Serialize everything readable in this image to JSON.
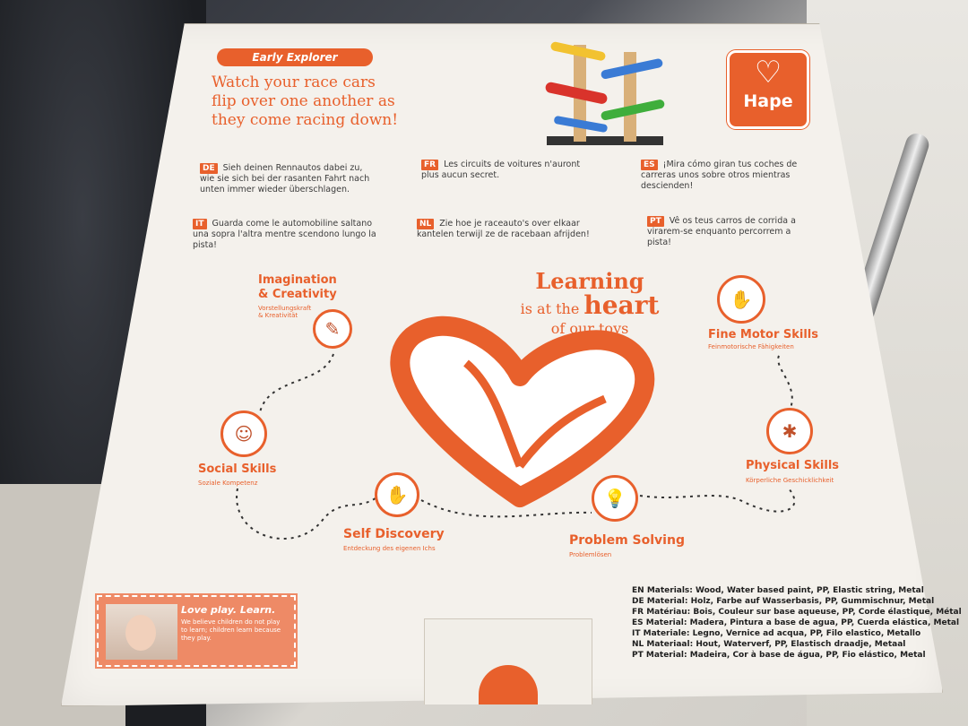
{
  "tag": "Early Explorer",
  "headline": [
    "Watch your race cars",
    "flip over one another as",
    "they come racing down!"
  ],
  "brand": "Hape",
  "translations": [
    {
      "code": "DE",
      "text": "Sieh deinen Rennautos dabei zu, wie sie sich bei der rasanten Fahrt nach unten immer wieder überschlagen."
    },
    {
      "code": "FR",
      "text": "Les circuits de voitures n'auront plus aucun secret."
    },
    {
      "code": "ES",
      "text": "¡Mira cómo giran tus coches de carreras unos sobre otros mientras descienden!"
    },
    {
      "code": "IT",
      "text": "Guarda come le automobiline saltano una sopra l'altra mentre scendono lungo la pista!"
    },
    {
      "code": "NL",
      "text": "Zie hoe je raceauto's over elkaar kantelen terwijl ze de racebaan afrijden!"
    },
    {
      "code": "PT",
      "text": "Vê os teus carros de corrida a virarem-se enquanto percorrem a pista!"
    }
  ],
  "learning": {
    "line1": "Learning",
    "line2a": "is at the",
    "line2b": "heart",
    "line3": "of our toys"
  },
  "skills": [
    {
      "title": "Imagination & Creativity",
      "title1": "Imagination",
      "title2": "& Creativity",
      "sub": "Vorstellungskraft & Kreativität",
      "icon": "paintbrush-icon"
    },
    {
      "title": "Social Skills",
      "sub": "Soziale Kompetenz",
      "icon": "faces-icon"
    },
    {
      "title": "Self Discovery",
      "sub": "Entdeckung des eigenen Ichs",
      "icon": "senses-icon"
    },
    {
      "title": "Problem Solving",
      "sub": "Problemlösen",
      "icon": "lightbulb-icon"
    },
    {
      "title": "Physical Skills",
      "sub": "Körperliche Geschicklichkeit",
      "icon": "figure-icon"
    },
    {
      "title": "Fine Motor Skills",
      "sub": "Feinmotorische Fähigkeiten",
      "icon": "hand-icon"
    }
  ],
  "love": {
    "title": "Love play. Learn.",
    "text": "We believe children do not play to learn; children learn because they play."
  },
  "materials": [
    "EN Materials: Wood, Water based paint, PP, Elastic string, Metal",
    "DE Material: Holz, Farbe auf Wasserbasis, PP, Gummischnur, Metal",
    "FR Matériau: Bois, Couleur sur base aqueuse, PP, Corde élastique, Métal",
    "ES Material: Madera, Pintura a base de agua, PP, Cuerda elástica, Metal",
    "IT Materiale: Legno, Vernice ad acqua, PP, Filo elastico, Metallo",
    "NL Materiaal: Hout, Waterverf, PP, Elastisch draadje, Metaal",
    "PT Material: Madeira, Cor à base de água, PP, Fio elástico, Metal"
  ],
  "colors": {
    "accent": "#e8602c",
    "box": "#f4f1ec"
  }
}
